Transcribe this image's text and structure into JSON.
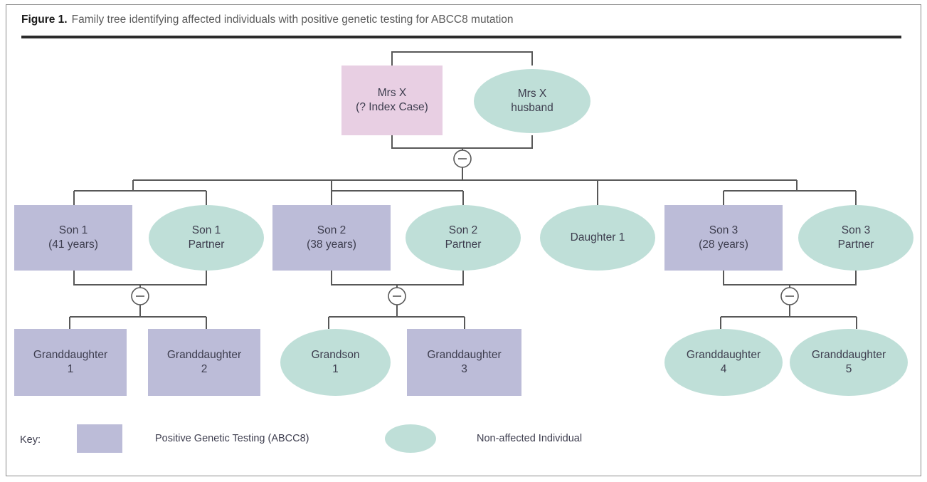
{
  "figure": {
    "label": "Figure 1.",
    "caption": "Family tree identifying affected individuals with positive genetic testing for ABCC8 mutation"
  },
  "colors": {
    "affected_fill": "#bcbcd8",
    "index_fill": "#e8cfe3",
    "unaffected_fill": "#bfdfd8",
    "line": "#585858",
    "border": "#8c8c8c",
    "caption_rule": "#2b2b2b",
    "text": "#3d3d4e"
  },
  "generations": [
    {
      "name": "generation-1",
      "members": [
        {
          "id": "mrs-x",
          "label": "Mrs X\n(? Index Case)",
          "shape": "rect",
          "status": "index"
        },
        {
          "id": "mrs-x-husband",
          "label": "Mrs X\nhusband",
          "shape": "ellipse",
          "status": "unaffected"
        }
      ]
    },
    {
      "name": "generation-2",
      "members": [
        {
          "id": "son-1",
          "label": "Son 1\n(41 years)",
          "shape": "rect",
          "status": "affected"
        },
        {
          "id": "son-1-partner",
          "label": "Son 1\nPartner",
          "shape": "ellipse",
          "status": "unaffected"
        },
        {
          "id": "son-2",
          "label": "Son 2\n(38 years)",
          "shape": "rect",
          "status": "affected"
        },
        {
          "id": "son-2-partner",
          "label": "Son 2\nPartner",
          "shape": "ellipse",
          "status": "unaffected"
        },
        {
          "id": "daughter-1",
          "label": "Daughter 1",
          "shape": "ellipse",
          "status": "unaffected"
        },
        {
          "id": "son-3",
          "label": "Son 3\n(28 years)",
          "shape": "rect",
          "status": "affected"
        },
        {
          "id": "son-3-partner",
          "label": "Son 3\nPartner",
          "shape": "ellipse",
          "status": "unaffected"
        }
      ]
    },
    {
      "name": "generation-3",
      "members": [
        {
          "id": "granddaughter-1",
          "label": "Granddaughter\n1",
          "shape": "rect",
          "status": "affected"
        },
        {
          "id": "granddaughter-2",
          "label": "Granddaughter\n2",
          "shape": "rect",
          "status": "affected"
        },
        {
          "id": "grandson-1",
          "label": "Grandson\n1",
          "shape": "ellipse",
          "status": "unaffected"
        },
        {
          "id": "granddaughter-3",
          "label": "Granddaughter\n3",
          "shape": "rect",
          "status": "affected"
        },
        {
          "id": "granddaughter-4",
          "label": "Granddaughter\n4",
          "shape": "ellipse",
          "status": "unaffected"
        },
        {
          "id": "granddaughter-5",
          "label": "Granddaughter\n5",
          "shape": "ellipse",
          "status": "unaffected"
        }
      ]
    }
  ],
  "union_markers": [
    {
      "id": "union-marker-g1",
      "glyph": "−"
    },
    {
      "id": "union-marker-son-1",
      "glyph": "−"
    },
    {
      "id": "union-marker-son-2",
      "glyph": "−"
    },
    {
      "id": "union-marker-son-3",
      "glyph": "−"
    }
  ],
  "key": {
    "title": "Key:",
    "entries": [
      {
        "id": "key-affected",
        "shape": "rect",
        "label": "Positive Genetic Testing (ABCC8)"
      },
      {
        "id": "key-unaffected",
        "shape": "ellipse",
        "label": "Non-affected Individual"
      }
    ]
  }
}
